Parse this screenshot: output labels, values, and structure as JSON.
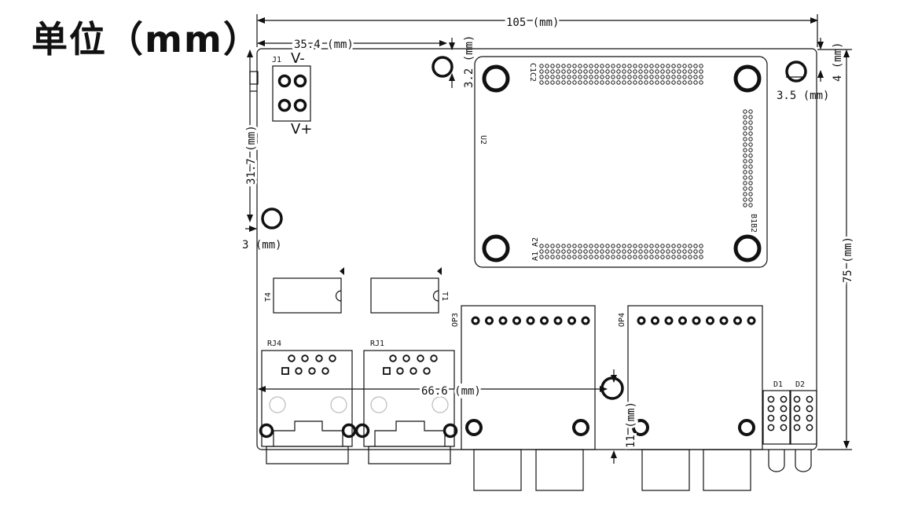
{
  "title": "单位（mm）",
  "dimensions": {
    "width_total": "105 (mm)",
    "j1_offset": "35.4 (mm)",
    "hole_top_offset": "3.2 (mm)",
    "right_hole_x": "3.5 (mm)",
    "right_hole_y": "4 (mm)",
    "left_height": "31.7 (mm)",
    "left_hole": "3 (mm)",
    "height_total": "75 (mm)",
    "center_hole_x": "66.6 (mm)",
    "center_hole_y": "11 (mm)"
  },
  "labels": {
    "j1": "J1",
    "v_minus": "V-",
    "v_plus": "V+",
    "c1c2": "C1C2",
    "u2": "U2",
    "b1b2": "B1B2",
    "a1a2": "A1 A2",
    "t4": "T4",
    "t1": "T1",
    "rj4": "RJ4",
    "rj1": "RJ1",
    "op3": "OP3",
    "op4": "OP4",
    "d1": "D1",
    "d2": "D2"
  }
}
